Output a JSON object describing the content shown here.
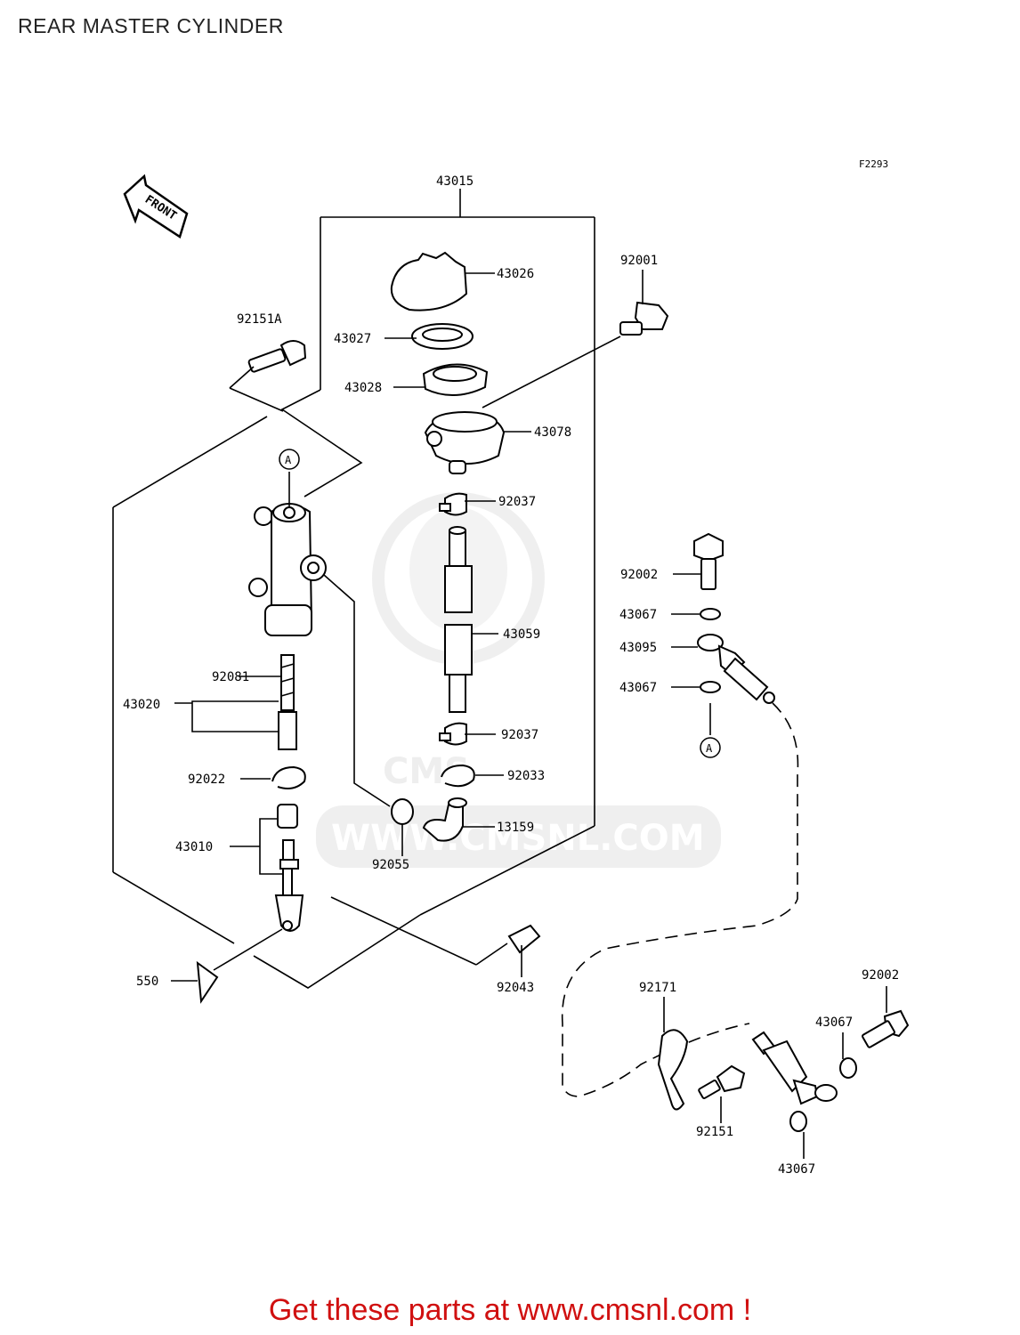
{
  "title": "REAR MASTER CYLINDER",
  "figure_code": "F2293",
  "direction_label": "FRONT",
  "watermark": {
    "text": "WWW.CMSNL.COM",
    "logo_text": "CMS"
  },
  "callout_A": "A",
  "parts": {
    "assembly": "43015",
    "cap": "43026",
    "plate": "43027",
    "diaphragm": "43028",
    "reservoir": "43078",
    "bolt_reservoir": "92001",
    "bolt_mount_a": "92151A",
    "clamp_upper": "92037",
    "hose": "43059",
    "clamp_lower": "92037",
    "circlip_hose": "92033",
    "fitting": "13159",
    "oring": "92055",
    "spring_set": "92081",
    "piston_kit": "43020",
    "circlip": "92022",
    "push_rod_kit": "43010",
    "cotter_pin": "550",
    "pin": "92043",
    "banjo_bolt_upper": "92002",
    "washer_1": "43067",
    "hose_brake": "43095",
    "washer_2": "43067",
    "clamp_hose": "92171",
    "bolt_clamp": "92151",
    "banjo_bolt_lower": "92002",
    "washer_3": "43067",
    "washer_4": "43067"
  },
  "promo_text": "Get these parts at www.cmsnl.com !"
}
